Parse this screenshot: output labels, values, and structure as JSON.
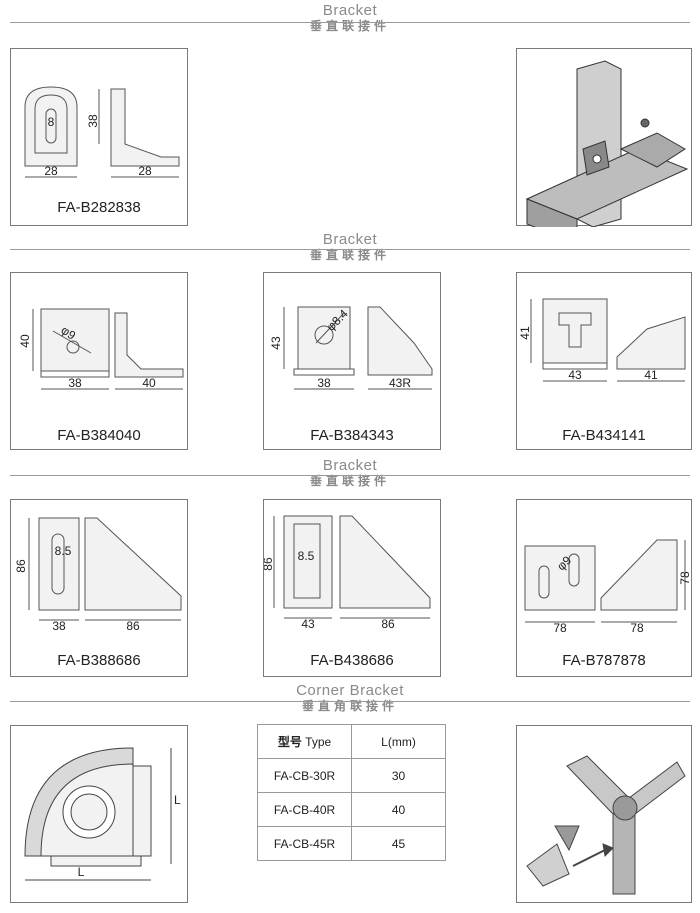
{
  "sections": [
    {
      "en": "Bracket",
      "cn": "垂直联接件"
    },
    {
      "en": "Bracket",
      "cn": "垂直联接件"
    },
    {
      "en": "Bracket",
      "cn": "垂直联接件"
    },
    {
      "en": "Corner Bracket",
      "cn": "垂直角联接件"
    }
  ],
  "products": {
    "p1": {
      "code": "FA-B282838",
      "d1": "8",
      "d2": "38",
      "d3": "28",
      "d4": "28"
    },
    "p2": {
      "code": "FA-B384040",
      "d1": "φ9",
      "d2": "40",
      "d3": "38",
      "d4": "40"
    },
    "p3": {
      "code": "FA-B384343",
      "d1": "φ8.4",
      "d2": "43",
      "d3": "38",
      "d4": "43R"
    },
    "p4": {
      "code": "FA-B434141",
      "d1": "41",
      "d2": "43",
      "d3": "41"
    },
    "p5": {
      "code": "FA-B388686",
      "d1": "8.5",
      "d2": "86",
      "d3": "38",
      "d4": "86"
    },
    "p6": {
      "code": "FA-B438686",
      "d1": "8.5",
      "d2": "86",
      "d3": "43",
      "d4": "86"
    },
    "p7": {
      "code": "FA-B787878",
      "d1": "φ9",
      "d2": "78",
      "d3": "78",
      "d4": "78"
    }
  },
  "corner": {
    "dim_l_side": "L",
    "dim_l_bottom": "L"
  },
  "table": {
    "header_cn": "型号",
    "header_type": "Type",
    "header_l": "L(mm)",
    "rows": [
      {
        "type": "FA-CB-30R",
        "l": "30"
      },
      {
        "type": "FA-CB-40R",
        "l": "40"
      },
      {
        "type": "FA-CB-45R",
        "l": "45"
      }
    ]
  }
}
